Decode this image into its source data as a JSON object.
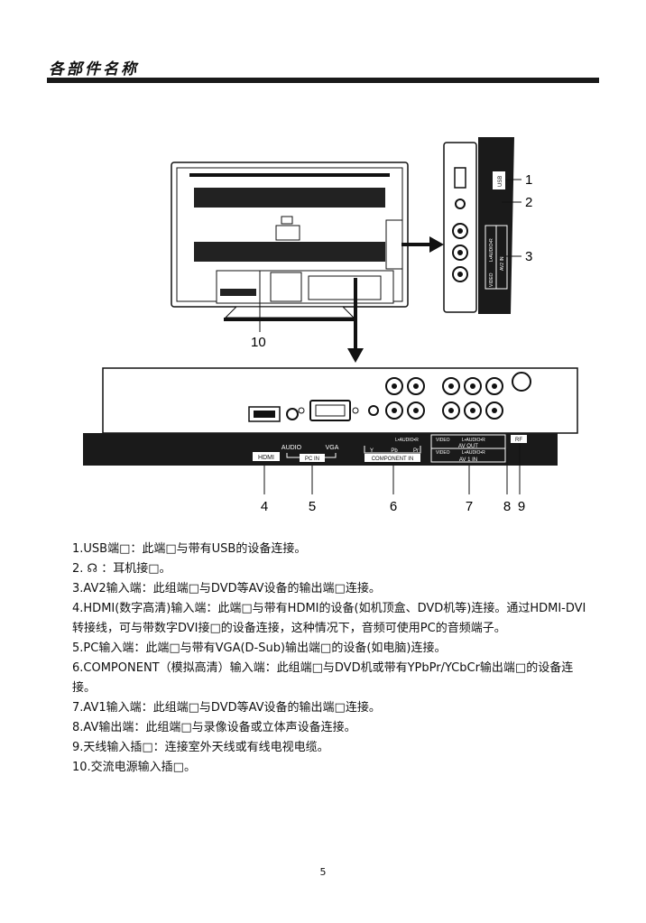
{
  "header": {
    "title": "各部件名称"
  },
  "side_panel": {
    "usb": "USB",
    "audio": "L•AUDIO•R",
    "video": "VIDEO",
    "av2": "AV2 IN"
  },
  "connector_strip": {
    "hdmi": "HDMI",
    "audio": "AUDIO",
    "vga": "VGA",
    "pcin": "PC IN",
    "comp_audio": "L•AUDIO•R",
    "y": "Y",
    "pb": "Pb",
    "pr": "Pr",
    "component": "COMPONENT IN",
    "video1": "VIDEO",
    "audio1": "L•AUDIO•R",
    "avout": "AV OUT",
    "video2": "VIDEO",
    "audio2": "L•AUDIO•R",
    "av1in": "AV 1 IN",
    "rf": "RF"
  },
  "callouts": {
    "c1": "1",
    "c2": "2",
    "c3": "3",
    "c4": "4",
    "c5": "5",
    "c6": "6",
    "c7": "7",
    "c8": "8",
    "c9": "9",
    "c10": "10"
  },
  "descriptions": [
    "1.USB端□：此端□与带有USB的设备连接。",
    "2. ☊ ：耳机接□。",
    "3.AV2输入端：此组端□与DVD等AV设备的输出端□连接。",
    "4.HDMI(数字高清)输入端：此端□与带有HDMI的设备(如机顶盒、DVD机等)连接。通过HDMI-DVI转接线，可与带数字DVI接□的设备连接，这种情况下，音频可使用PC的音频端子。",
    "5.PC输入端：此端□与带有VGA(D-Sub)输出端□的设备(如电脑)连接。",
    "6.COMPONENT（模拟高清）输入端：此组端□与DVD机或带有YPbPr/YCbCr输出端□的设备连接。",
    "7.AV1输入端：此组端□与DVD等AV设备的输出端□连接。",
    "8.AV输出端：此组端□与录像设备或立体声设备连接。",
    "9.天线输入插□：连接室外天线或有线电视电缆。",
    "10.交流电源输入插□。"
  ],
  "footer": {
    "page": "5"
  }
}
